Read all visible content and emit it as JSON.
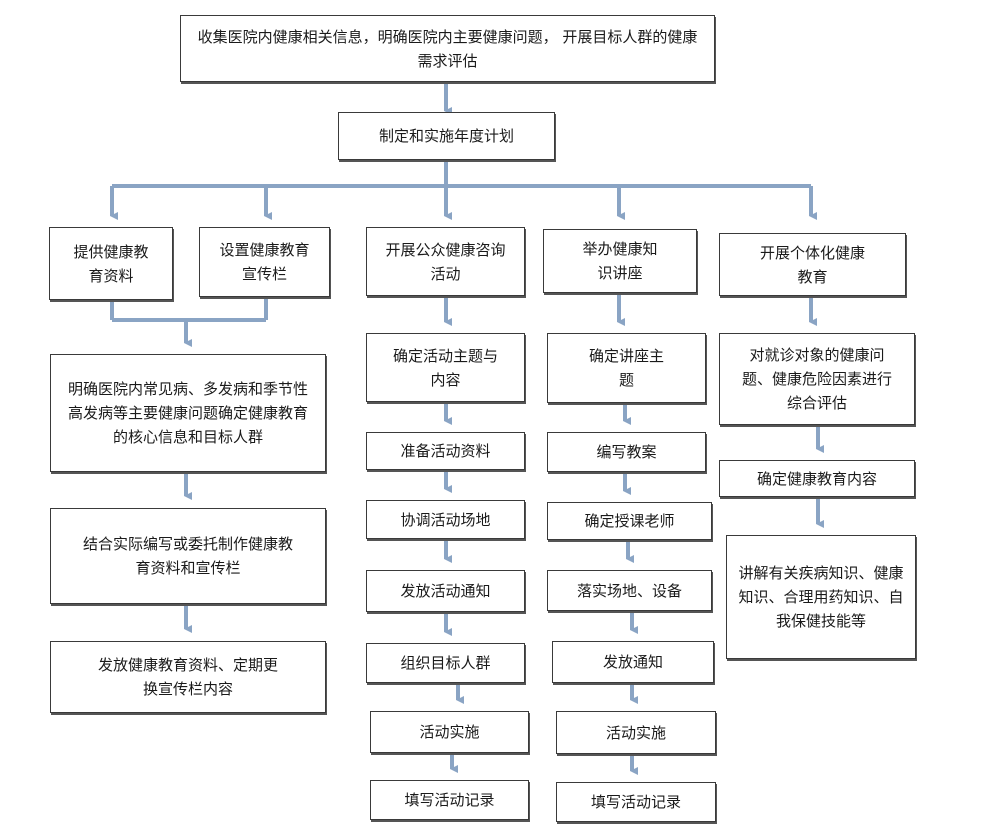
{
  "nodes": {
    "collect": "收集医院内健康相关信息，明确医院内主要健康问题， 开展目标人群的健康需求评估",
    "plan": "制定和实施年度计划",
    "provide": "提供健康教育资料",
    "bulletin": "设置健康教育宣传栏",
    "consult": "开展公众健康咨询活动",
    "lecture": "举办健康知识讲座",
    "individual": "开展个体化健康教育",
    "core_info": "明确医院内常见病、多发病和季节性高发病等主要健康问题确定健康教育的核心信息和目标人群",
    "write_material": "结合实际编写或委托制作健康教育资料和宣传栏",
    "distribute_material": "发放健康教育资料、定期更换宣传栏内容",
    "c_topic": "确定活动主题与内容",
    "c_prepare": "准备活动资料",
    "c_venue": "协调活动场地",
    "c_notice": "发放活动通知",
    "c_organize": "组织目标人群",
    "c_implement": "活动实施",
    "c_record": "填写活动记录",
    "l_topic": "确定讲座主题",
    "l_plan": "编写教案",
    "l_teacher": "确定授课老师",
    "l_venue": "落实场地、设备",
    "l_notice": "发放通知",
    "l_implement": "活动实施",
    "l_record": "填写活动记录",
    "i_assess": "对就诊对象的健康问题、健康危险因素进行综合评估",
    "i_content": "确定健康教育内容",
    "i_explain": "讲解有关疾病知识、健康知识、合理用药知识、自我保健技能等"
  },
  "colors": {
    "connector": "#8aa4c4",
    "border": "#3a3a3a"
  }
}
